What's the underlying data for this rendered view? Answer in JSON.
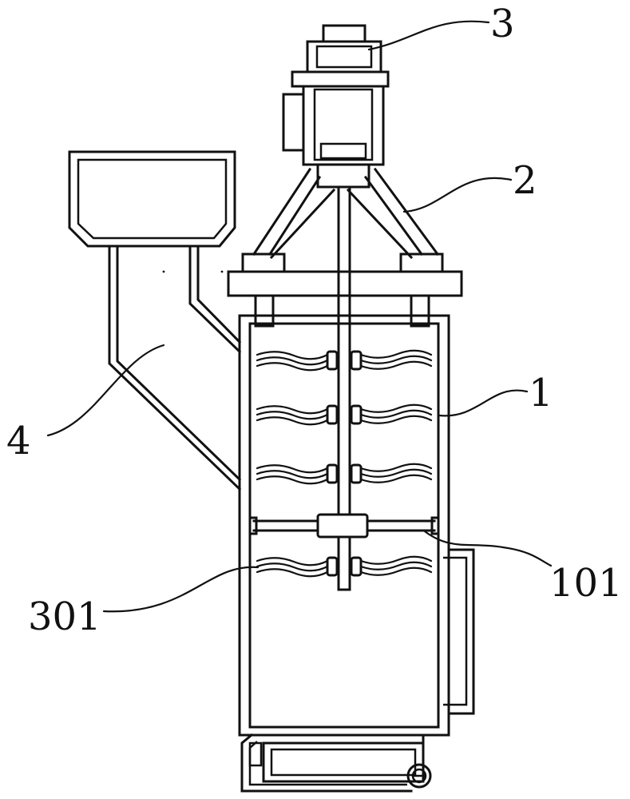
{
  "labels": {
    "tank": "1",
    "support_frame": "2",
    "motor": "3",
    "feed_hopper": "4",
    "stirring_blade": "301",
    "partition_rod": "101"
  },
  "colors": {
    "line": "#111111",
    "background": "#ffffff"
  }
}
